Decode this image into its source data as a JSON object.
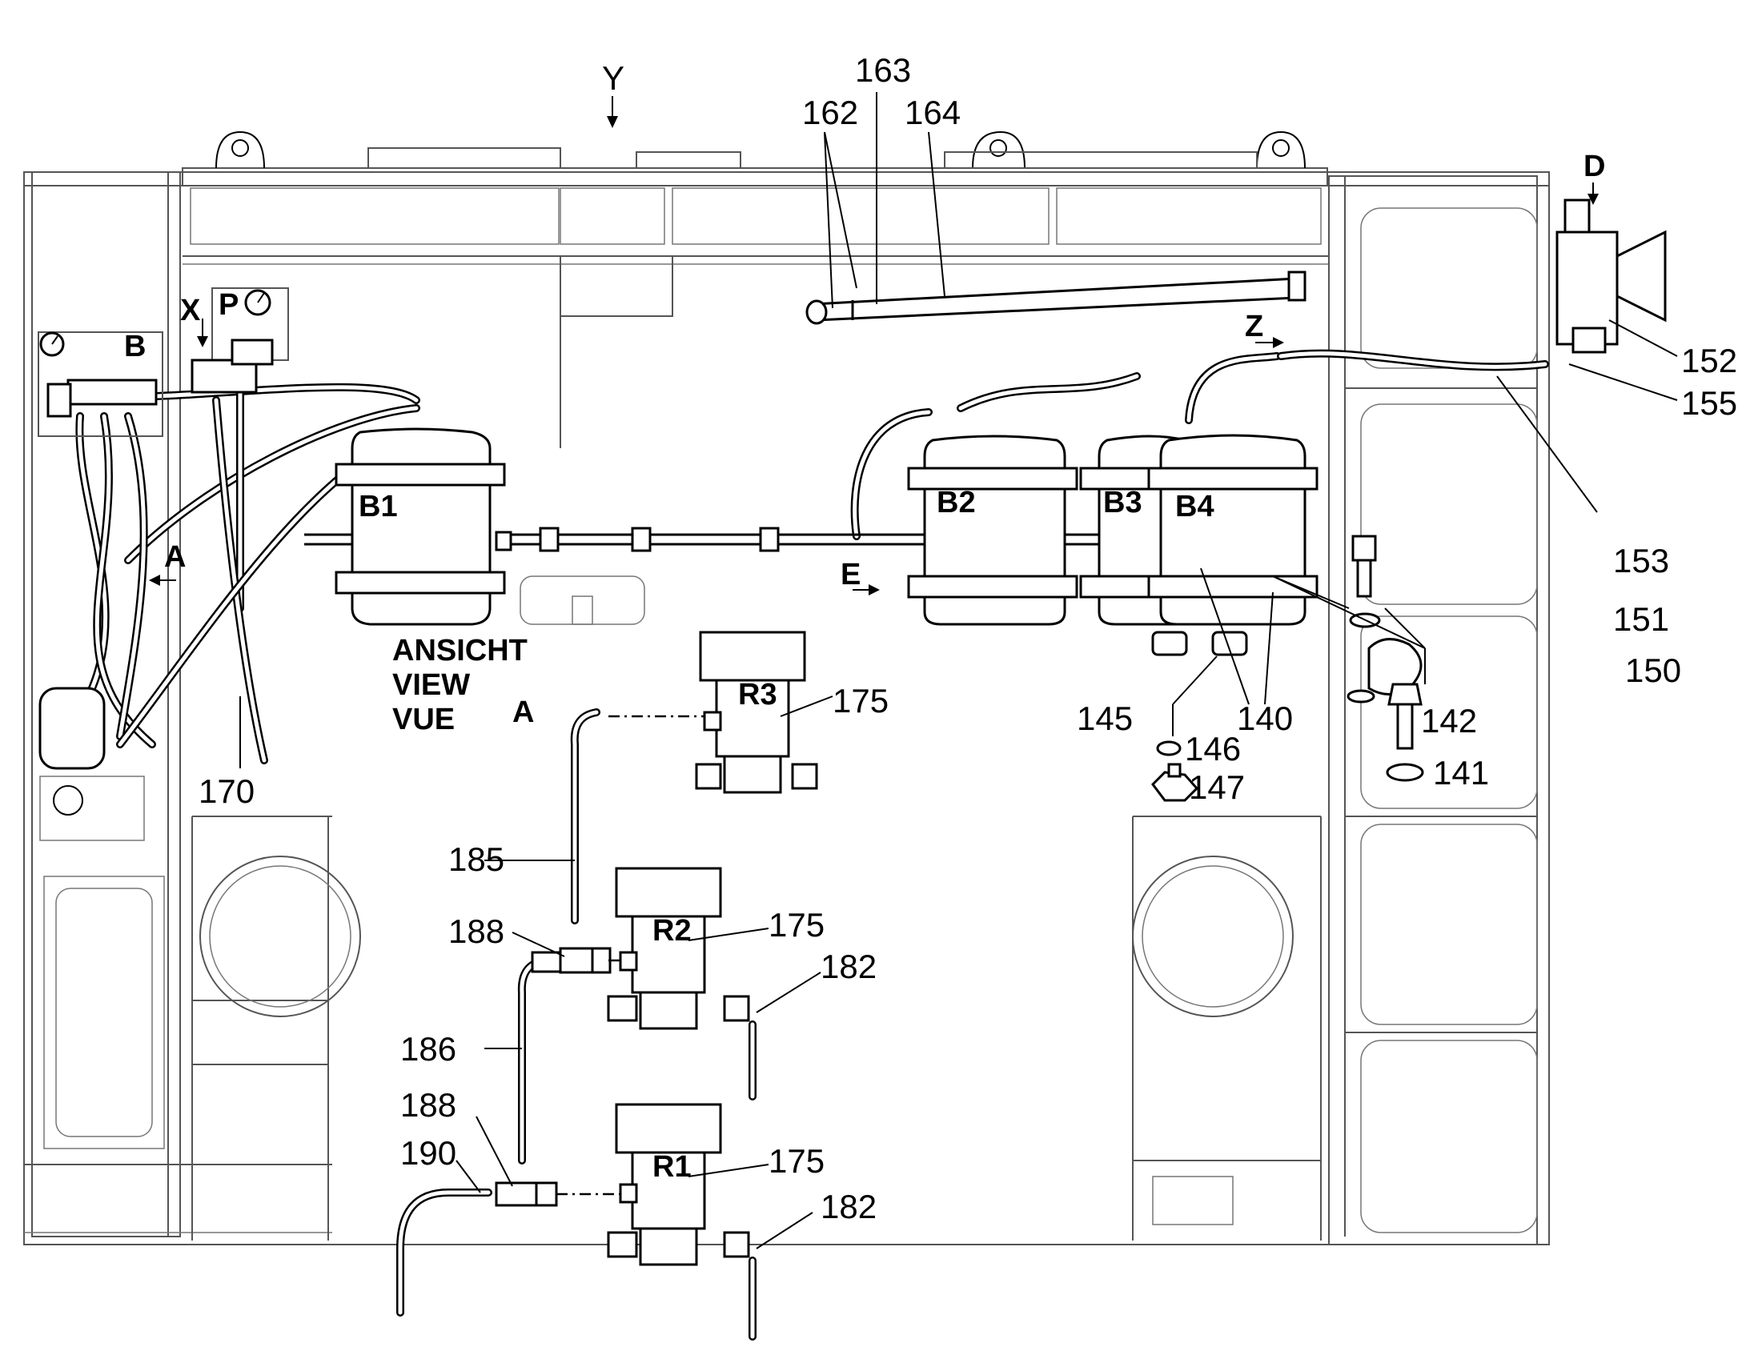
{
  "view_markers": [
    "Y",
    "D",
    "X",
    "P",
    "B",
    "A",
    "E",
    "Z"
  ],
  "view_caption": [
    "ANSICHT",
    "VIEW",
    "VUE"
  ],
  "view_caption_letter": "A",
  "tank_labels": [
    "B1",
    "B2",
    "B3",
    "B4"
  ],
  "regulator_labels": [
    "R1",
    "R2",
    "R3"
  ],
  "callouts": {
    "c162": "162",
    "c163": "163",
    "c164": "164",
    "c152": "152",
    "c155": "155",
    "c153": "153",
    "c151": "151",
    "c150": "150",
    "c142": "142",
    "c141": "141",
    "c145": "145",
    "c140": "140",
    "c146": "146",
    "c147": "147",
    "c170": "170",
    "c175a": "175",
    "c175b": "175",
    "c175c": "175",
    "c185": "185",
    "c186": "186",
    "c188a": "188",
    "c188b": "188",
    "c182a": "182",
    "c182b": "182",
    "c190": "190"
  }
}
